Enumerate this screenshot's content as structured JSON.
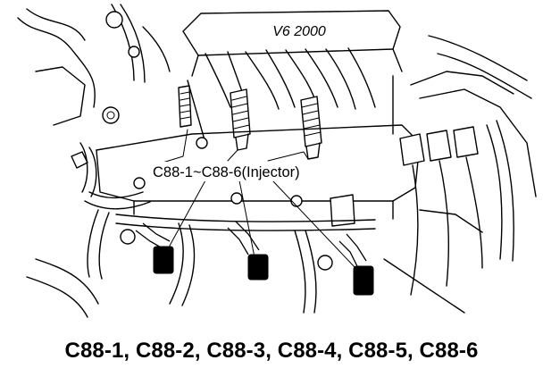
{
  "diagram": {
    "engine_cover_text": "V6 2000",
    "callout_label": "C88-1~C88-6(Injector)",
    "caption": "C88-1, C88-2, C88-3, C88-4, C88-5, C88-6"
  }
}
